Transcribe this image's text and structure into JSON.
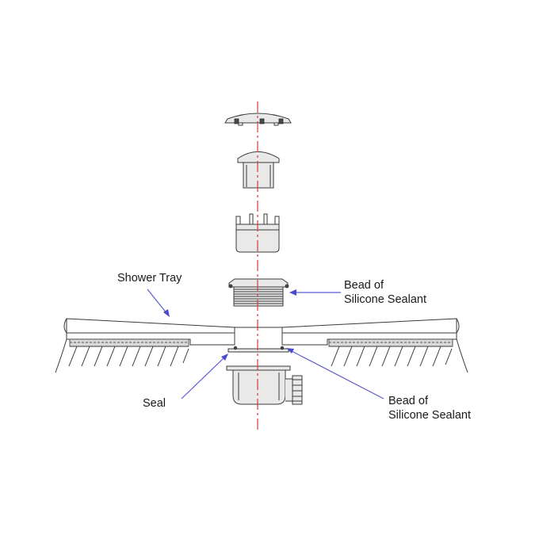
{
  "labels": {
    "shower_tray": "Shower Tray",
    "bead_top_line1": "Bead of",
    "bead_top_line2": "Silicone Sealant",
    "seal": "Seal",
    "bead_bottom_line1": "Bead of",
    "bead_bottom_line2": "Silicone Sealant"
  },
  "colors": {
    "centerline": "#d23a3a",
    "leader_arrows": "#4a4ad0",
    "drawing_ink": "#3a3a3a"
  }
}
